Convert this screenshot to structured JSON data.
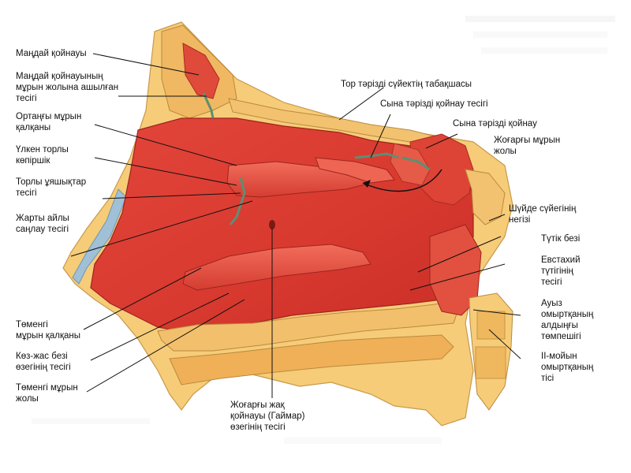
{
  "labels_left": [
    "Маңдай қойнауы",
    "Маңдай қойнауының\nмұрын жолына ашылған\nтесігі",
    "Ортаңғы мұрын\nқалқаны",
    "Үлкен торлы\nкөпіршік",
    "Торлы ұяшықтар\nтесігі",
    "Жарты айлы\nсаңлау тесігі",
    "Төменгі\nмұрын қалқаны",
    "Көз-жас безі\nөзегінің тесігі",
    "Төменгі мұрын\nжолы"
  ],
  "labels_top": [
    "Тор тәрізді сүйектің табақшасы",
    "Сына тәрізді қойнау тесігі",
    "Сына тәрізді қойнау",
    "Жоғарғы мұрын\nжолы"
  ],
  "labels_right": [
    "Шүйде сүйегінің\nнегізі",
    "Түтік безі",
    "Евстахий\nтүтігінің\nтесігі",
    "Ауыз\nомыртқаның\nалдыңғы\nтөмпешігі",
    "II-мойын\nомыртқаның\nтісі"
  ],
  "label_bottom": "Жоғарғы жақ\nқойнауы (Гаймар)\nөзегінің тесігі"
}
